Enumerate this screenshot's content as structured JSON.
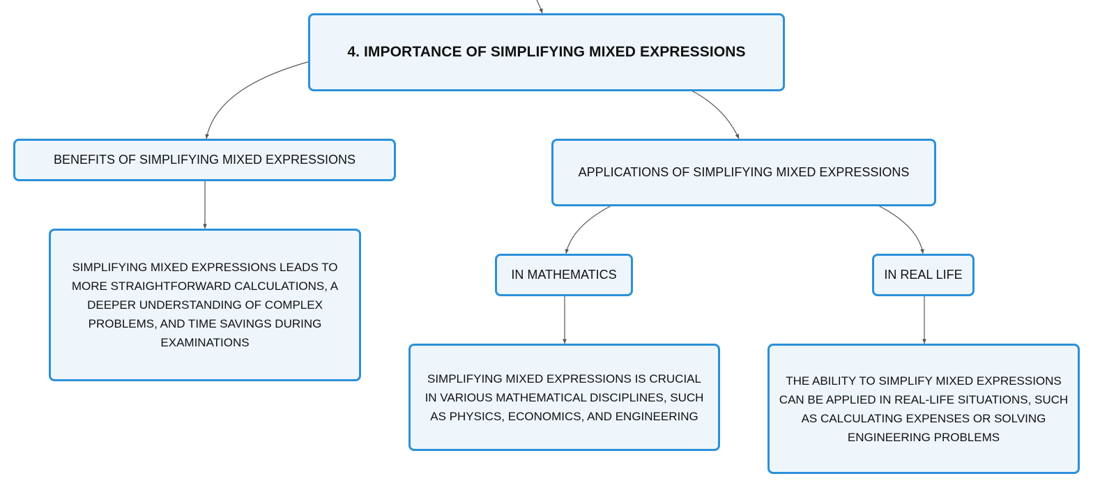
{
  "diagram": {
    "root": {
      "label": "4. IMPORTANCE OF SIMPLIFYING MIXED EXPRESSIONS"
    },
    "benefits": {
      "label": "BENEFITS OF SIMPLIFYING MIXED EXPRESSIONS",
      "detail": "SIMPLIFYING MIXED EXPRESSIONS LEADS TO MORE STRAIGHTFORWARD CALCULATIONS, A DEEPER UNDERSTANDING OF COMPLEX PROBLEMS, AND TIME SAVINGS DURING EXAMINATIONS"
    },
    "applications": {
      "label": "APPLICATIONS OF SIMPLIFYING MIXED EXPRESSIONS",
      "mathematics": {
        "label": "IN MATHEMATICS",
        "detail": "SIMPLIFYING MIXED EXPRESSIONS IS CRUCIAL IN VARIOUS MATHEMATICAL DISCIPLINES, SUCH AS PHYSICS, ECONOMICS, AND ENGINEERING"
      },
      "real_life": {
        "label": "IN REAL LIFE",
        "detail": "THE ABILITY TO SIMPLIFY MIXED EXPRESSIONS CAN BE APPLIED IN REAL-LIFE SITUATIONS, SUCH AS CALCULATING EXPENSES OR SOLVING ENGINEERING PROBLEMS"
      }
    },
    "colors": {
      "node_border": "#2b90d9",
      "node_fill": "#eef6fc",
      "connector": "#555555"
    }
  }
}
